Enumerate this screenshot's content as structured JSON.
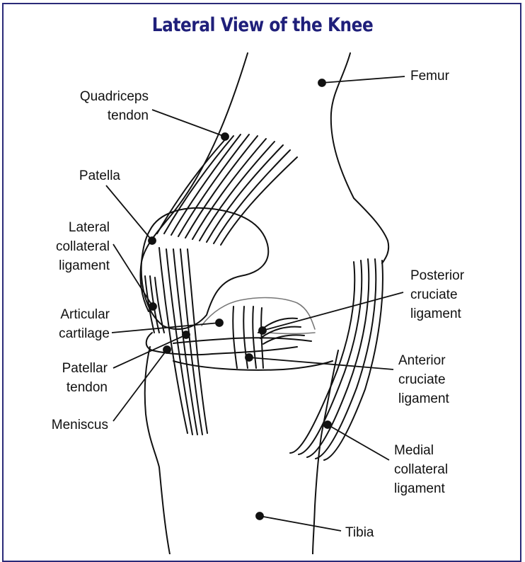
{
  "title": "Lateral View of the Knee",
  "labels": {
    "femur": "Femur",
    "quadriceps_1": "Quadriceps",
    "quadriceps_2": "tendon",
    "patella": "Patella",
    "lateral_1": "Lateral",
    "lateral_2": "collateral",
    "lateral_3": "ligament",
    "articular_1": "Articular",
    "articular_2": "cartilage",
    "patellar_1": "Patellar",
    "patellar_2": "tendon",
    "meniscus": "Meniscus",
    "posterior_1": "Posterior",
    "posterior_2": "cruciate",
    "posterior_3": "ligament",
    "anterior_1": "Anterior",
    "anterior_2": "cruciate",
    "anterior_3": "ligament",
    "medial_1": "Medial",
    "medial_2": "collateral",
    "medial_3": "ligament",
    "tibia": "Tibia"
  },
  "colors": {
    "title": "#1f1f7a",
    "frame": "#2a2a78",
    "ink": "#111111"
  }
}
